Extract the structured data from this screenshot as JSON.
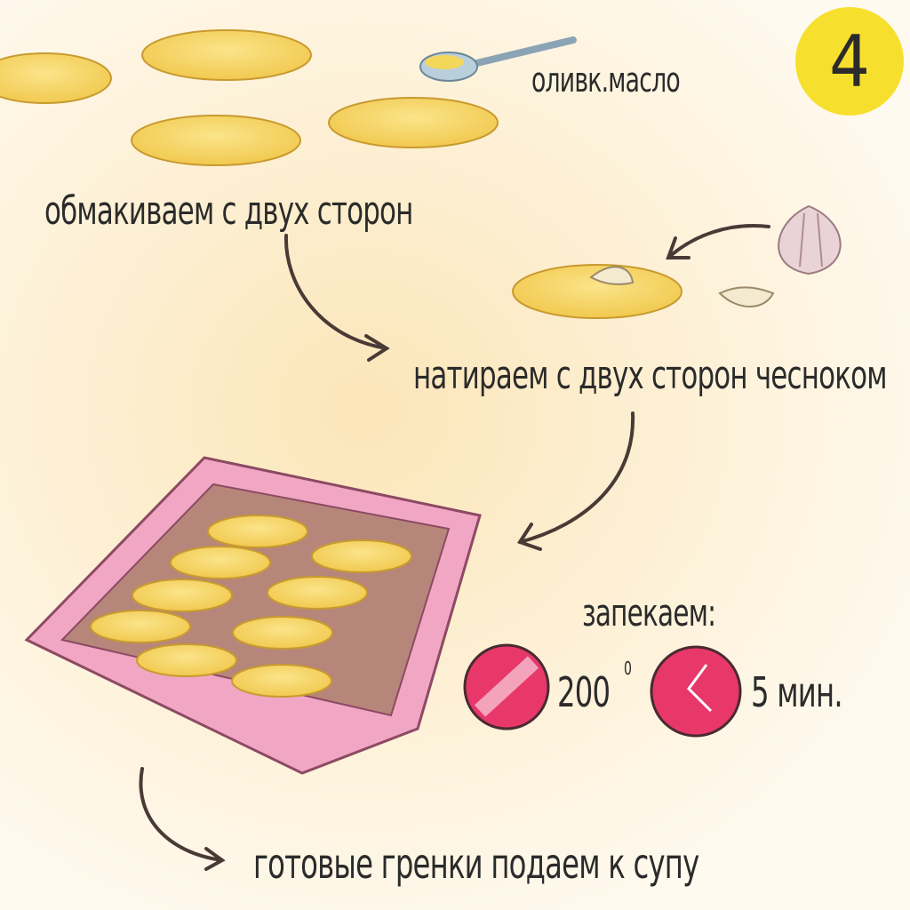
{
  "step_number": "4",
  "labels": {
    "olive_oil": "оливк.масло",
    "dip": "обмакиваем с двух сторон",
    "rub_garlic": "натираем с двух сторон чесноком",
    "bake": "запекаем:",
    "temperature": "200",
    "degree": "0",
    "time": "5 мин.",
    "serve": "готовые гренки подаем к супу"
  },
  "colors": {
    "badge": "#f7df2e",
    "bread": "#f6d670",
    "tray": "#f1a7c4",
    "dial": "#e8386a"
  }
}
